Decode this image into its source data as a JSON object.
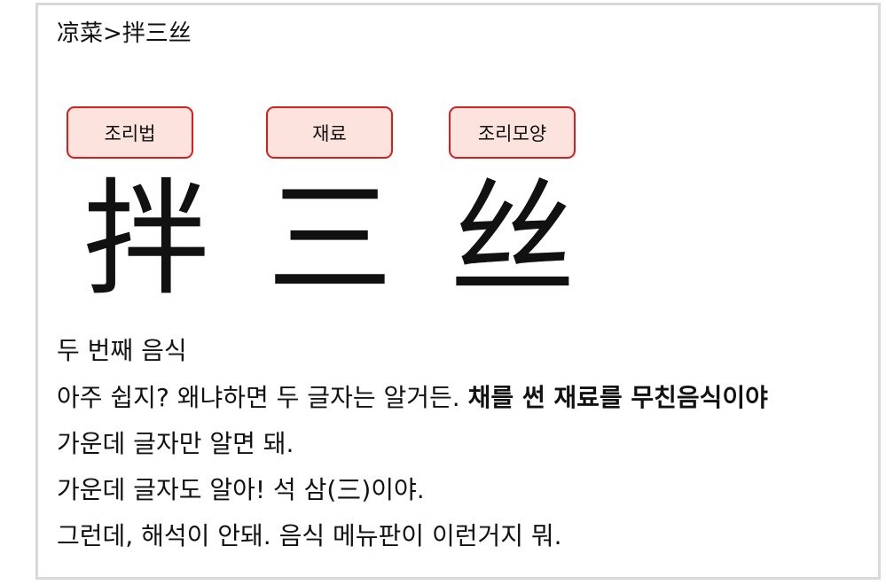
{
  "breadcrumb": {
    "text": "凉菜>拌三丝"
  },
  "tags": {
    "first": "조리법",
    "second": "재료",
    "third": "조리모양"
  },
  "glyphs": {
    "first": "拌",
    "second": "三",
    "third": "丝"
  },
  "body": {
    "heading": "두 번째 음식",
    "line2_plain": "아주 쉽지? 왜냐하면 두 글자는 알거든. ",
    "line2_bold": "채를 썬 재료를 무친음식이야",
    "line3": "가운데 글자만 알면 돼.",
    "line4": "가운데 글자도 알아! 석 삼(三)이야.",
    "line5": "그런데, 해석이 안돼. 음식 메뉴판이 이런거지 뭐."
  },
  "colors": {
    "tag_border": "#d91e1e",
    "tag_fill": "#fde3dd",
    "card_border": "#d9d9d9"
  }
}
